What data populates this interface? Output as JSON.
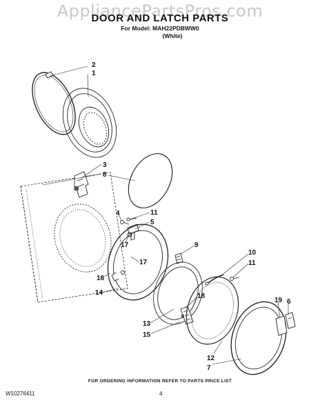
{
  "watermark": "AppliancePartsPros.com",
  "header": {
    "title": "DOOR AND LATCH PARTS",
    "model": "For Model: MAH22PDBWW0",
    "color": "(White)"
  },
  "callouts": [
    "2",
    "1",
    "3",
    "8",
    "4",
    "11",
    "5",
    "17",
    "9",
    "17",
    "10",
    "11",
    "16",
    "14",
    "18",
    "13",
    "15",
    "19",
    "6",
    "12",
    "7"
  ],
  "footer": {
    "note": "FOR ORDERING INFORMATION REFER TO PARTS PRICE LIST",
    "doc_id": "W10276411",
    "page": "4"
  }
}
